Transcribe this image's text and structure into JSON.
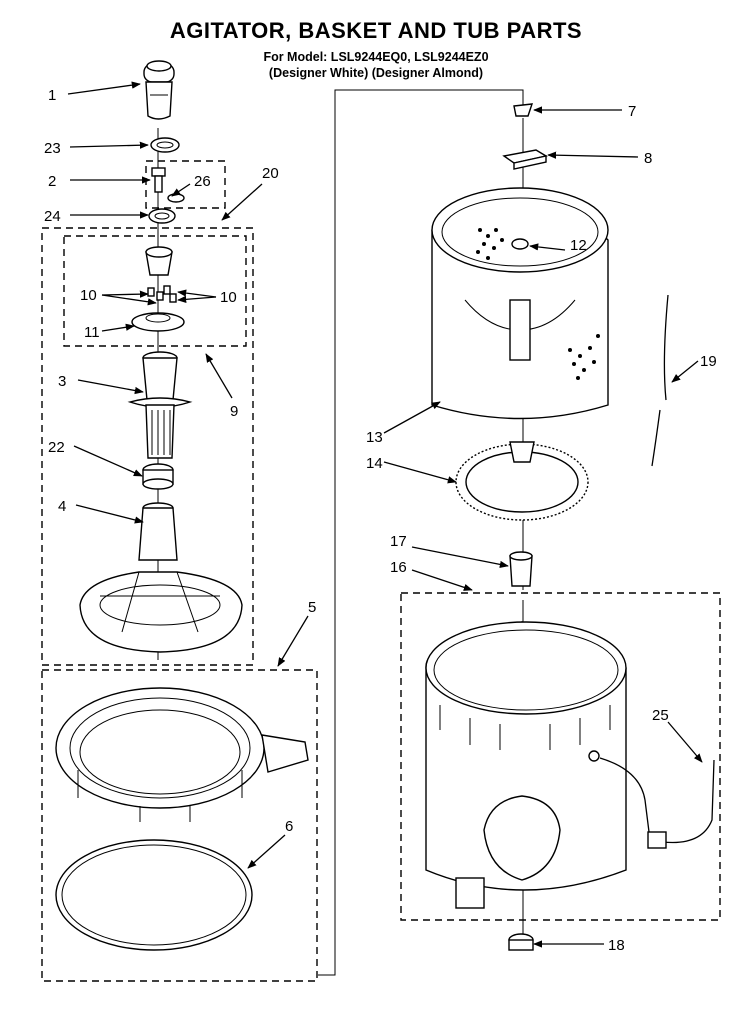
{
  "header": {
    "title": "AGITATOR, BASKET AND TUB PARTS",
    "model": "For Model: LSL9244EQ0, LSL9244EZ0",
    "variant": "(Designer White) (Designer Almond)"
  },
  "callouts": [
    "1",
    "23",
    "2",
    "26",
    "24",
    "20",
    "10",
    "10",
    "11",
    "3",
    "9",
    "22",
    "4",
    "5",
    "6",
    "7",
    "8",
    "12",
    "13",
    "14",
    "19",
    "17",
    "16",
    "25",
    "18"
  ]
}
